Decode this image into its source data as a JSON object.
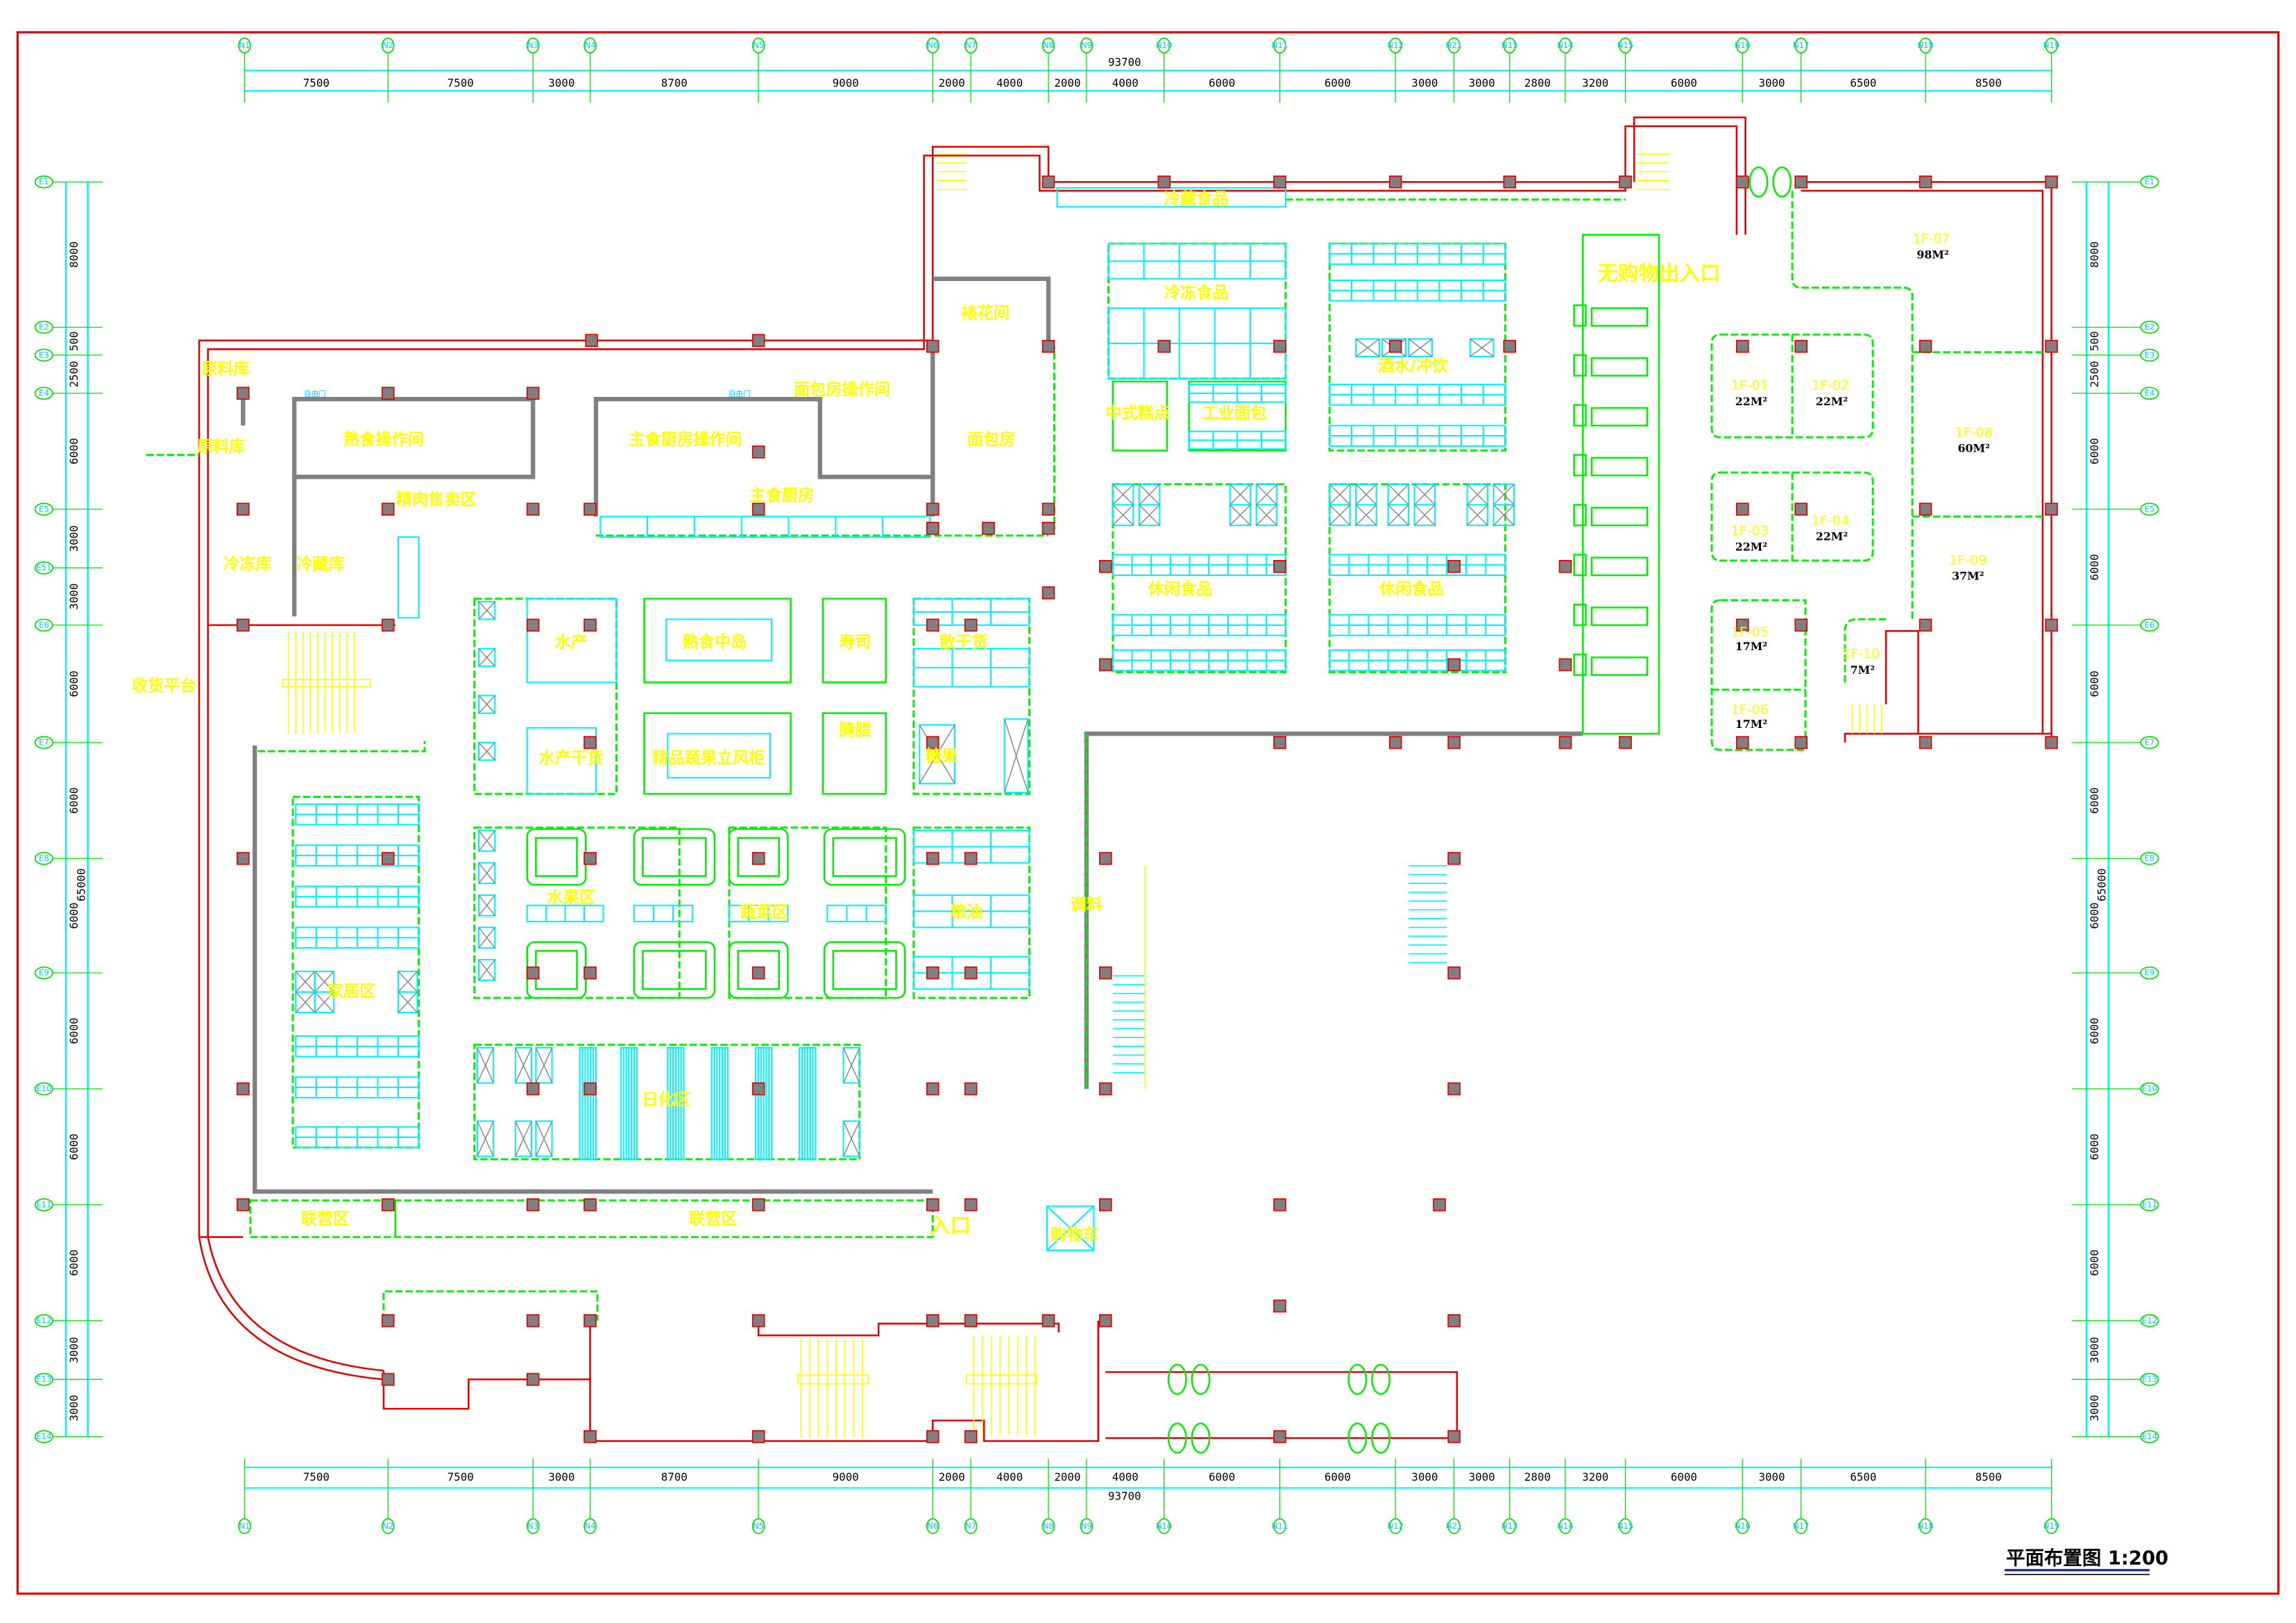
{
  "drawing": {
    "title": "平面布置图 1:200",
    "colors": {
      "wall": "#e00000",
      "partition": "#808080",
      "zone": "#00ee00",
      "fixture": "#00f0ff",
      "label": "#ffff00",
      "column": "#808080"
    }
  },
  "dimensions": {
    "top_total": "93700",
    "bottom_total": "93700",
    "left_total": "65000",
    "right_total": "65000",
    "horizontal_spans": [
      "7500",
      "7500",
      "3000",
      "8700",
      "9000",
      "2000",
      "4000",
      "2000",
      "4000",
      "6000",
      "6000",
      "3000",
      "3000",
      "2800",
      "3200",
      "6000",
      "3000",
      "6500",
      "8500"
    ],
    "left_spans": [
      "8000",
      "500",
      "2500",
      "6000",
      "3000",
      "3000",
      "6000",
      "6000",
      "6000",
      "6000",
      "6000",
      "6000",
      "3000",
      "3000"
    ],
    "right_spans": [
      "8000",
      "500",
      "2500",
      "6000",
      "6000",
      "6000",
      "6000",
      "6000",
      "6000",
      "6000",
      "6000",
      "3000",
      "3000"
    ]
  },
  "axes": {
    "columns": [
      "N1",
      "N2",
      "N3",
      "N4",
      "N5",
      "N6",
      "N7",
      "N8",
      "N9",
      "N10",
      "N11",
      "N12",
      "N21",
      "N13",
      "N14",
      "N15",
      "N16",
      "N17",
      "N18",
      "N19"
    ],
    "rows_left": [
      "E1",
      "E2",
      "E3",
      "E4",
      "E5",
      "E51",
      "E6",
      "E7",
      "E8",
      "E9",
      "E10",
      "E11",
      "E12",
      "E13",
      "E14"
    ],
    "rows_right": [
      "E1",
      "E2",
      "E3",
      "E4",
      "E5",
      "E6",
      "E7",
      "E8",
      "E9",
      "E10",
      "E11",
      "E12",
      "E13",
      "E14"
    ]
  },
  "rooms": {
    "chilled_food": "冷藏食品",
    "frozen_food": "冷冻食品",
    "cake_decor": "裱花间",
    "drinks": "酒水/冲饮",
    "no_purchase_exit": "无购物出入口",
    "raw_store_1": "原料库",
    "raw_store_2": "原料库",
    "deli_kitchen": "熟食操作间",
    "staple_kitchen_op": "主食厨房操作间",
    "bakery_op": "面包房操作间",
    "bakery": "面包房",
    "staple_kitchen": "主食厨房",
    "meat_sales": "精肉售卖区",
    "freezer_room": "冷冻库",
    "cold_room": "冷藏库",
    "chinese_pastry": "中式糕点",
    "industrial_bread": "工业面包",
    "snacks_1": "休闲食品",
    "snacks_2": "休闲食品",
    "seafood": "水产",
    "deli_island": "熟食中岛",
    "sushi": "寿司",
    "bulk_dry": "散干货",
    "receiving": "收货平台",
    "dried_seafood": "水产干货",
    "veg_cabinet": "精品蔬果立风柜",
    "cured_meat": "腌腊",
    "candy": "糖果",
    "fruit": "水果区",
    "vegetable": "蔬菜区",
    "grain_oil": "粮油",
    "seasoning": "调料",
    "home": "家居区",
    "daily_chem": "日化区",
    "concession_1": "联营区",
    "concession_2": "联营区",
    "entrance": "入口",
    "cart": "购物车",
    "door_free_1": "自由门",
    "door_free_2": "自由门"
  },
  "units": [
    {
      "id": "1F-01",
      "area": "22M²"
    },
    {
      "id": "1F-02",
      "area": "22M²"
    },
    {
      "id": "1F-03",
      "area": "22M²"
    },
    {
      "id": "1F-04",
      "area": "22M²"
    },
    {
      "id": "1F-05",
      "area": "17M²"
    },
    {
      "id": "1F-06",
      "area": "17M²"
    },
    {
      "id": "1F-07",
      "area": "98M²"
    },
    {
      "id": "1F-08",
      "area": "60M²"
    },
    {
      "id": "1F-09",
      "area": "37M²"
    },
    {
      "id": "1F-10",
      "area": "7M²"
    }
  ]
}
